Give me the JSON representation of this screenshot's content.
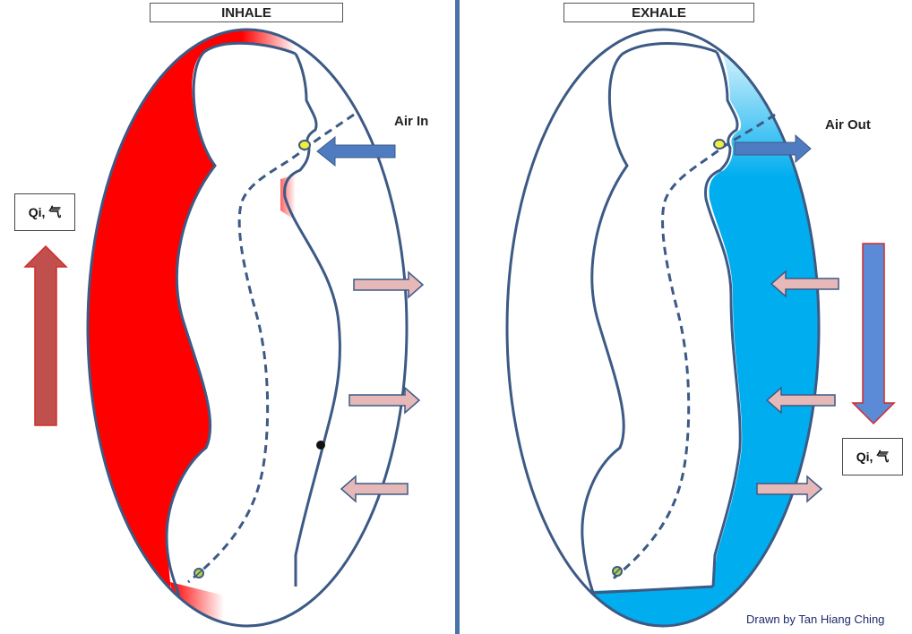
{
  "panels": {
    "inhale": {
      "title": "INHALE",
      "air_label": "Air In",
      "qi_label": "Qi, 气",
      "qi_direction": "up"
    },
    "exhale": {
      "title": "EXHALE",
      "air_label": "Air Out",
      "qi_label": "Qi, 气",
      "qi_direction": "down"
    }
  },
  "credit": "Drawn by Tan Hiang Ching",
  "colors": {
    "outline": "#3c5a85",
    "inhale_fill": "#ff0000",
    "exhale_fill": "#00aeef",
    "qi_arrow_up": "#c0504d",
    "qi_arrow_down": "#5b8bd6",
    "air_arrow": "#4f7cc0",
    "force_arrow": "#e6b8b8",
    "divider": "#4a73a8"
  },
  "icons": [
    "arrow-up-icon",
    "arrow-down-icon",
    "arrow-left-icon",
    "arrow-right-icon"
  ]
}
